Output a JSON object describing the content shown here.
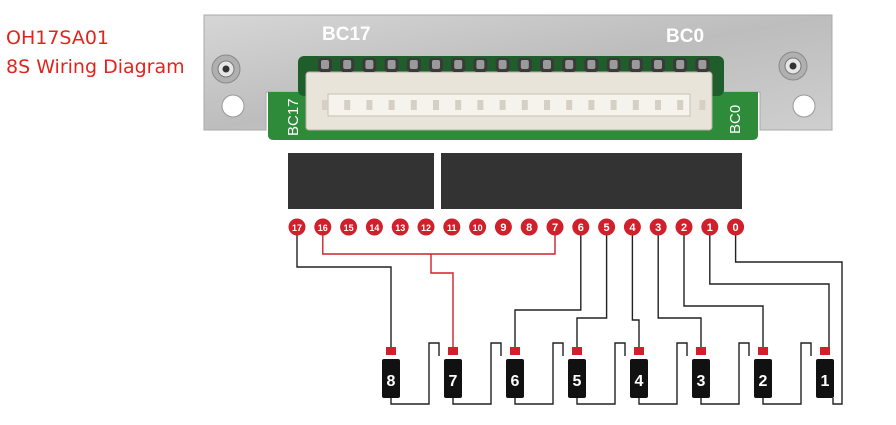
{
  "title": {
    "line1": "OH17SA01",
    "line2": "8S Wiring Diagram"
  },
  "board": {
    "left_label": "BC17",
    "right_label": "BC0"
  },
  "pins": [
    "17",
    "16",
    "15",
    "14",
    "13",
    "12",
    "11",
    "10",
    "9",
    "8",
    "7",
    "6",
    "5",
    "4",
    "3",
    "2",
    "1",
    "0"
  ],
  "cells": [
    "8",
    "7",
    "6",
    "5",
    "4",
    "3",
    "2",
    "1"
  ],
  "colors": {
    "pin": "#d1202c",
    "red_wire": "#d1202c",
    "black_wire": "#222222",
    "cell": "#111111",
    "bar": "#333333",
    "board_green": "#2e8b3a",
    "plate": "#c6c6c6"
  },
  "connections": [
    {
      "pin": "17",
      "cell": "8",
      "terminal": "positive"
    },
    {
      "pin": "16",
      "cell": "7",
      "terminal": "positive"
    },
    {
      "pin": "7",
      "cell": "7",
      "terminal": "positive"
    },
    {
      "pin": "6",
      "cell": "6",
      "terminal": "positive"
    },
    {
      "pin": "5",
      "cell": "5",
      "terminal": "positive"
    },
    {
      "pin": "4",
      "cell": "4",
      "terminal": "positive"
    },
    {
      "pin": "3",
      "cell": "3",
      "terminal": "positive"
    },
    {
      "pin": "2",
      "cell": "2",
      "terminal": "positive"
    },
    {
      "pin": "1",
      "cell": "1",
      "terminal": "positive"
    },
    {
      "pin": "0",
      "cell": "1",
      "terminal": "negative"
    }
  ]
}
